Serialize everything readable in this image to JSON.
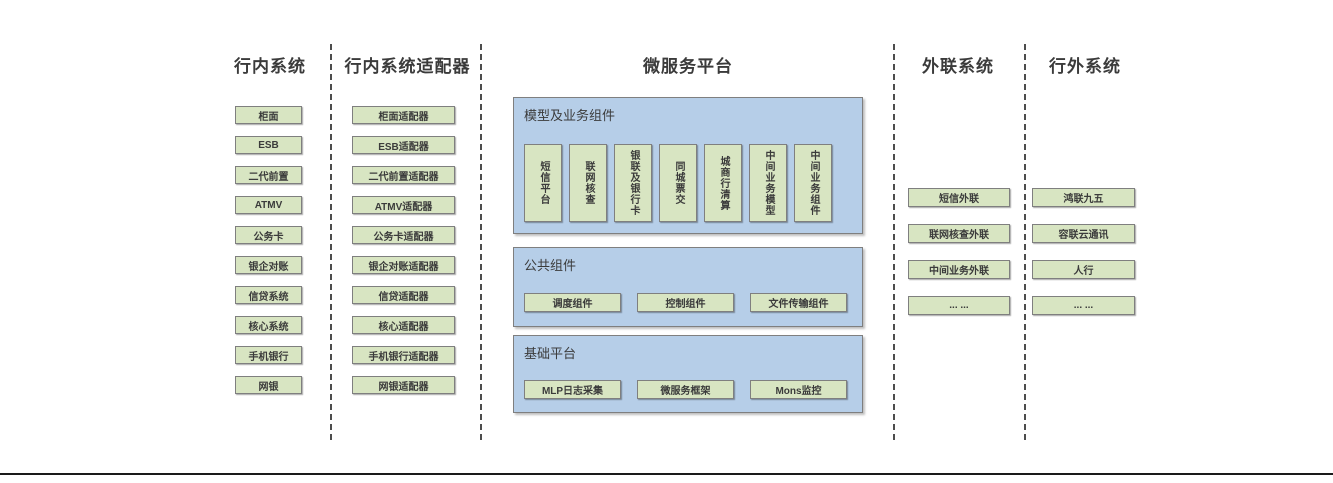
{
  "colors": {
    "box_fill": "#d8e5c2",
    "box_border": "#7f7f7f",
    "panel_fill": "#b6cee8",
    "panel_border": "#7f7f7f",
    "text": "#3b3b3b"
  },
  "columns": {
    "internal": {
      "title": "行内系统",
      "items": [
        "柜面",
        "ESB",
        "二代前置",
        "ATMV",
        "公务卡",
        "银企对账",
        "信贷系统",
        "核心系统",
        "手机银行",
        "网银"
      ]
    },
    "adapters": {
      "title": "行内系统适配器",
      "items": [
        "柜面适配器",
        "ESB适配器",
        "二代前置适配器",
        "ATMV适配器",
        "公务卡适配器",
        "银企对账适配器",
        "信贷适配器",
        "核心适配器",
        "手机银行适配器",
        "网银适配器"
      ]
    },
    "external": {
      "title": "外联系统",
      "items": [
        "短信外联",
        "联网核查外联",
        "中间业务外联",
        "... ..."
      ]
    },
    "outside": {
      "title": "行外系统",
      "items": [
        "鸿联九五",
        "容联云通讯",
        "人行",
        "... ..."
      ]
    }
  },
  "platform": {
    "title": "微服务平台",
    "groups": {
      "model": {
        "title": "模型及业务组件",
        "items": [
          "短信平台",
          "联网核查",
          "银联及银行卡",
          "同城票交",
          "城商行清算",
          "中间业务模型",
          "中间业务组件"
        ]
      },
      "common": {
        "title": "公共组件",
        "items": [
          "调度组件",
          "控制组件",
          "文件传输组件"
        ]
      },
      "base": {
        "title": "基础平台",
        "items": [
          "MLP日志采集",
          "微服务框架",
          "Mons监控"
        ]
      }
    }
  }
}
